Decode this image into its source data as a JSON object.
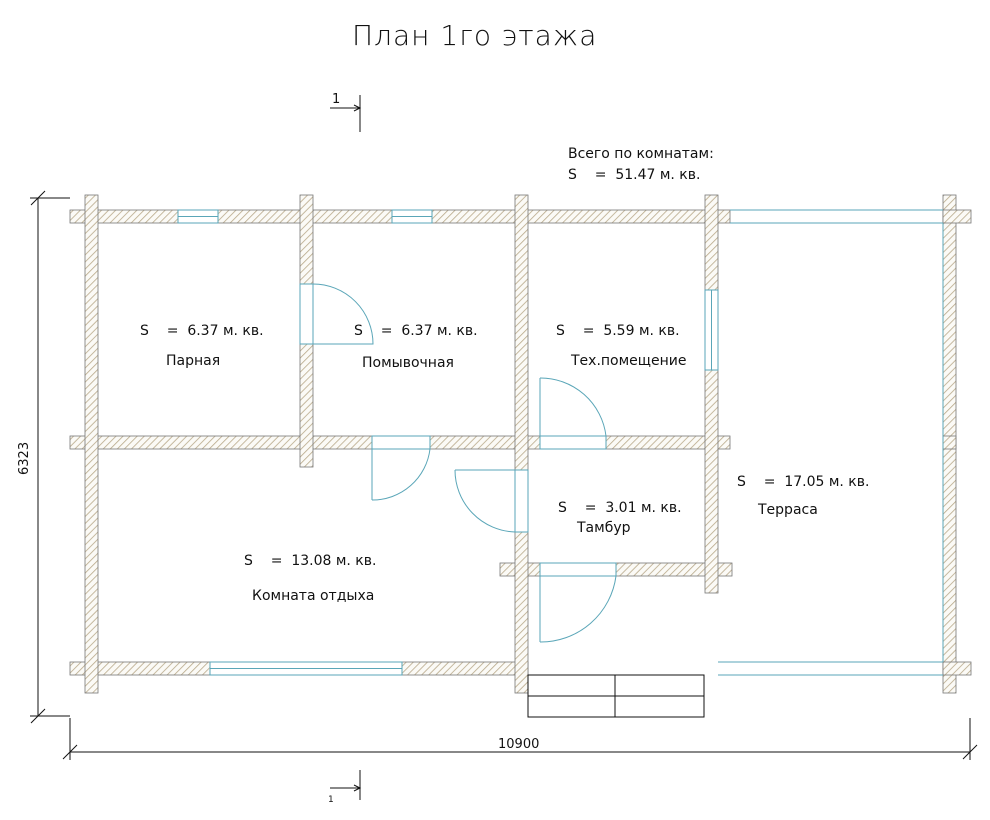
{
  "title": "План 1го этажа",
  "total": {
    "label": "Всего по комнатам:",
    "value": "S    =  51.47 м. кв."
  },
  "rooms": [
    {
      "area": "S    =  6.37 м. кв.",
      "name": "Парная"
    },
    {
      "area": "S    =  6.37 м. кв.",
      "name": "Помывочная"
    },
    {
      "area": "S    =  5.59 м. кв.",
      "name": "Тех.помещение"
    },
    {
      "area": "S    =  3.01 м. кв.",
      "name": "Тамбур"
    },
    {
      "area": "S    =  13.08 м. кв.",
      "name": "Комната отдыха"
    },
    {
      "area": "S    =  17.05 м. кв.",
      "name": "Терраса"
    }
  ],
  "dimensions": {
    "width": "10900",
    "height": "6323"
  },
  "section_marks": {
    "top": "1",
    "bottom": "1"
  },
  "colors": {
    "wall_hatch": "#b8a98a",
    "window_line": "#5aa6b8",
    "line": "#111111"
  }
}
